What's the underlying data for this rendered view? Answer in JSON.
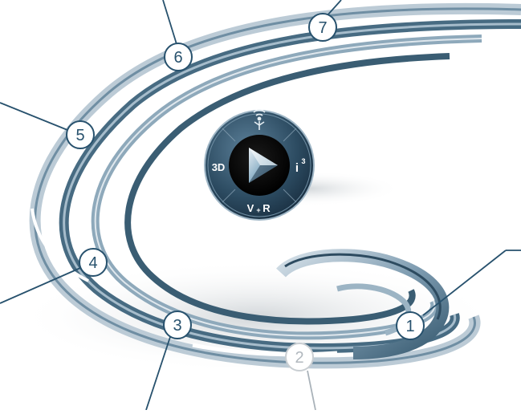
{
  "callouts": [
    {
      "number": "1"
    },
    {
      "number": "2"
    },
    {
      "number": "3"
    },
    {
      "number": "4"
    },
    {
      "number": "5"
    },
    {
      "number": "6"
    },
    {
      "number": "7"
    }
  ],
  "compass": {
    "left_label": "3D",
    "right_label": "i",
    "right_superscript": "3",
    "bottom_label": "V",
    "bottom_plus": "+",
    "bottom_tail": "R",
    "top_icon": "wifi-person-icon",
    "center_icon": "play-icon"
  },
  "colors": {
    "ring_dark": "#3f6379",
    "ring_mid": "#7f9db1",
    "ring_light": "#c9d7e1",
    "callout_stroke": "#27516d",
    "callout_muted": "#a9b2b9",
    "compass_face": "#1e3a4e"
  }
}
